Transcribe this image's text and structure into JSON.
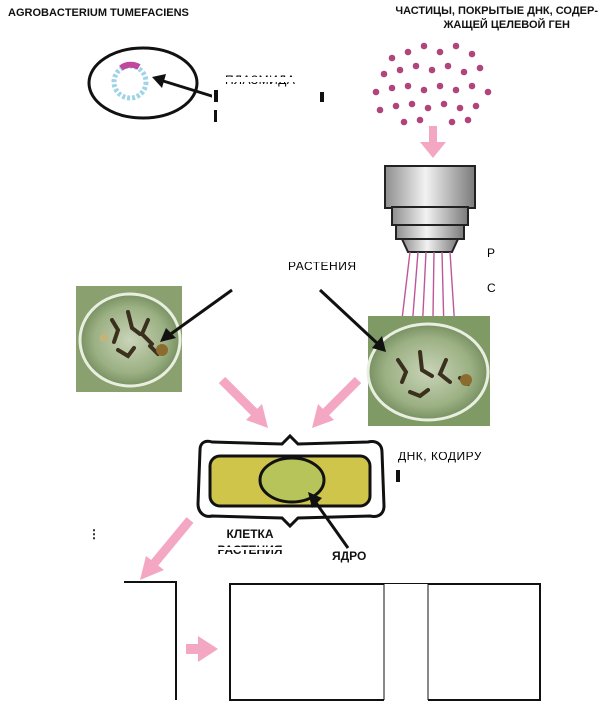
{
  "labels": {
    "agrobacterium": "AGROBACTERIUM TUMEFACIENS",
    "particles_line1": "ЧАСТИЦЫ, ПОКРЫТЫЕ ДНК, СОДЕР-",
    "particles_line2": "ЖАЩЕЙ ЦЕЛЕВОЙ ГЕН",
    "plasmid_partial": "ПЛАЗМИДА",
    "plant_partial": "РАСТЕНИЯ",
    "dna_partial": "ДНК, КОДИРУ",
    "cell_line1": "КЛЕТКА",
    "cell_line2": "РАСТЕНИЯ",
    "nucleus": "ЯДРО"
  },
  "colors": {
    "arrow_pink": "#f4a7c3",
    "particle": "#b0457c",
    "beam": "#c0569a",
    "cell_fill": "#cfc54a",
    "nucleus_fill": "#b6c45a",
    "dish_green": "#7f9a64",
    "plasmid_blue": "#9fd3e8",
    "plasmid_insert": "#c0479d"
  }
}
